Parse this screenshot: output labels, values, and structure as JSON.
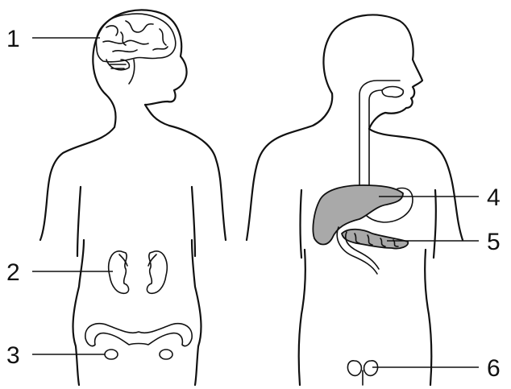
{
  "labels": {
    "brain": "1",
    "kidneys": "2",
    "ovaries": "3",
    "liver": "4",
    "pancreas": "5",
    "testes": "6"
  },
  "colors": {
    "ink": "#111111",
    "organ_fill": "#a9a9a9",
    "background": "#ffffff"
  }
}
